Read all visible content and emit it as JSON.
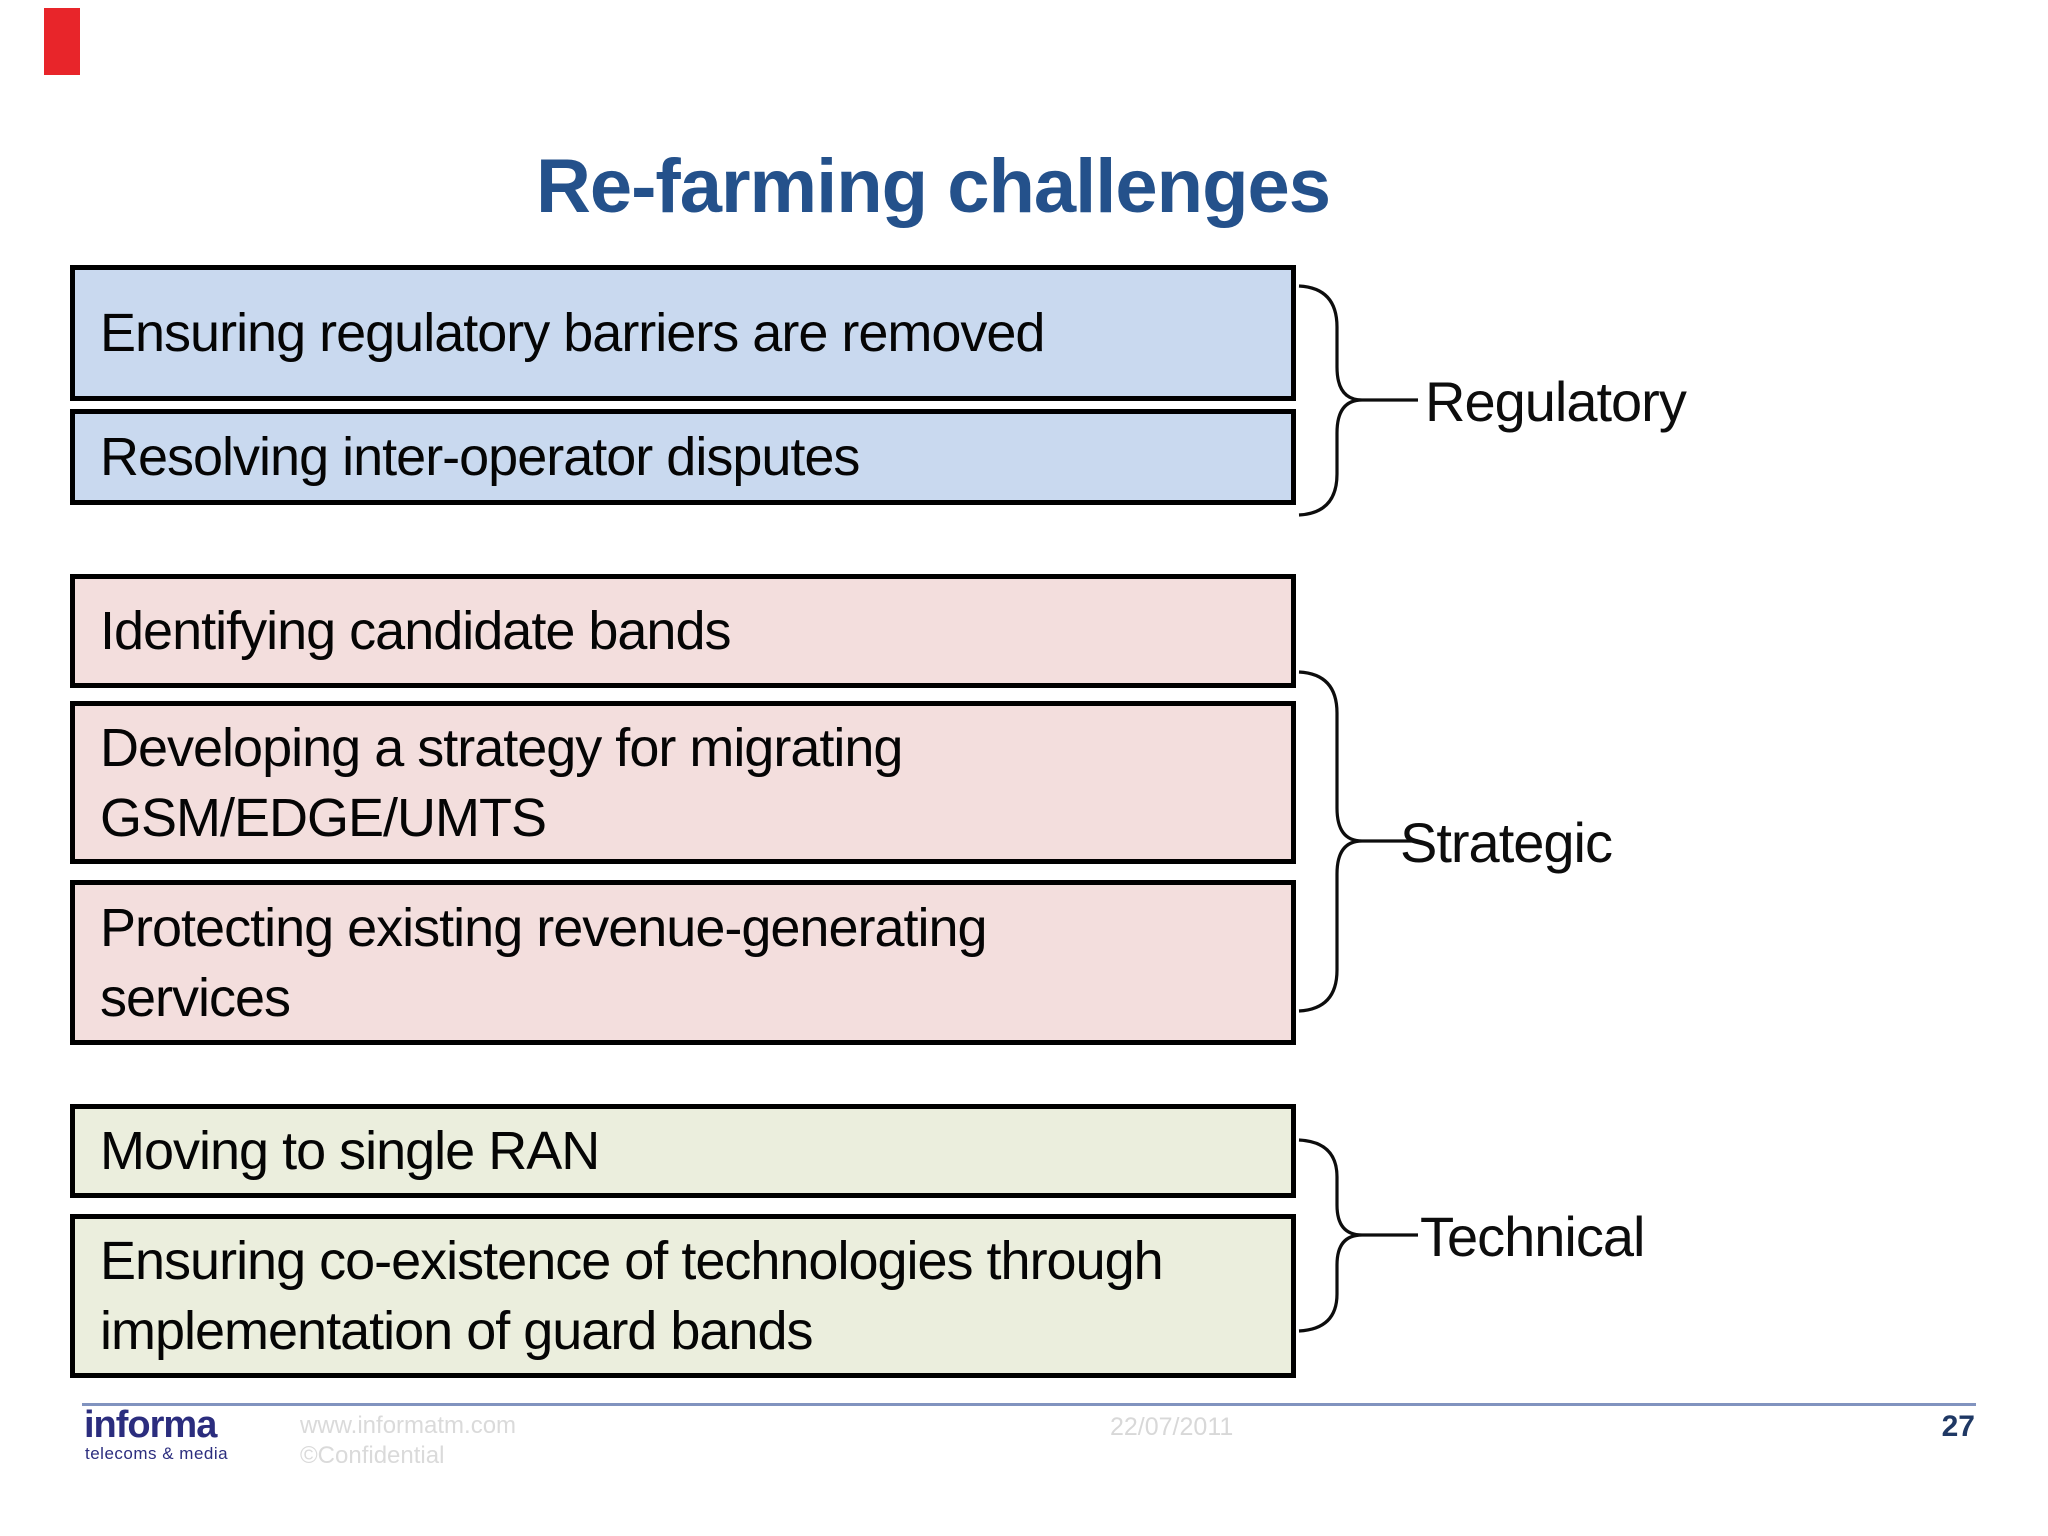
{
  "slide": {
    "title": "Re-farming challenges",
    "groups": [
      {
        "label": "Regulatory",
        "fill_color": "#c9d9ef",
        "boxes": [
          "Ensuring regulatory barriers are removed",
          "Resolving inter-operator disputes"
        ]
      },
      {
        "label": "Strategic",
        "fill_color": "#f3dedd",
        "boxes": [
          "Identifying candidate bands",
          "Developing a strategy for migrating\nGSM/EDGE/UMTS",
          "Protecting existing revenue-generating\nservices"
        ]
      },
      {
        "label": "Technical",
        "fill_color": "#ebeedd",
        "boxes": [
          "Moving to single RAN",
          "Ensuring co-existence of technologies through\nimplementation of guard bands"
        ]
      }
    ],
    "footer": {
      "logo_word": "informa",
      "logo_sub": "telecoms & media",
      "url": "www.informatm.com",
      "confidential": "©Confidential",
      "date": "22/07/2011",
      "page_number": "27"
    },
    "colors": {
      "title_text": "#24518b",
      "box_border": "#000000",
      "regulatory_fill": "#c9d9ef",
      "strategic_fill": "#f3dedd",
      "technical_fill": "#ebeedd",
      "brace_stroke": "#0d0d0d",
      "divider": "#8193bf",
      "logo_navy": "#2b2d7e",
      "footer_muted": "#dadada",
      "page_number_navy": "#1f3864",
      "red_marker": "#e8252a"
    }
  }
}
